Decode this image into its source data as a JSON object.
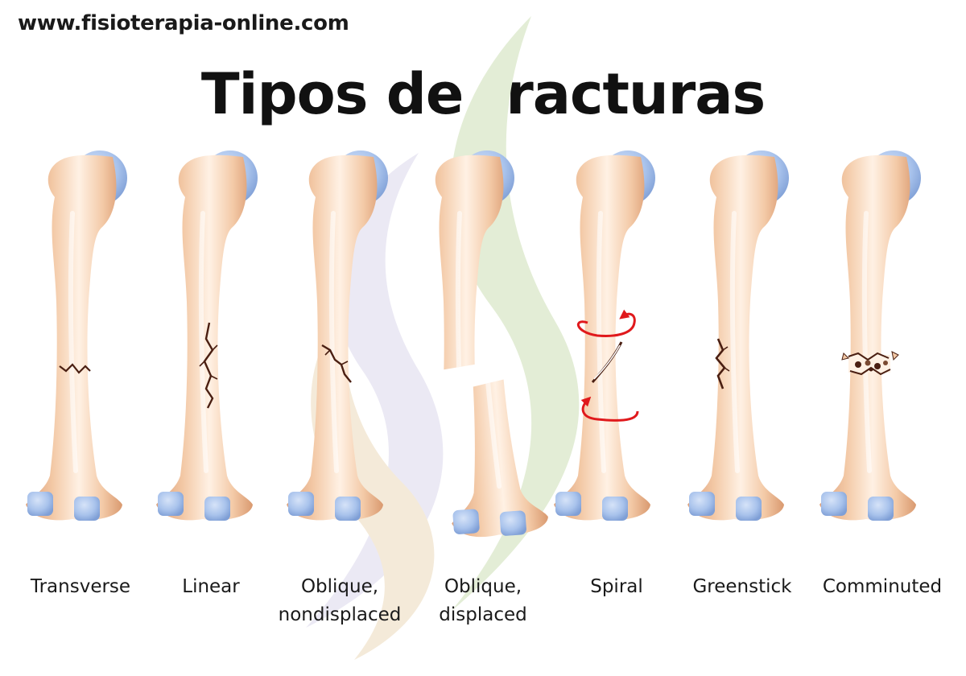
{
  "header": {
    "url": "www.fisioterapia-online.com",
    "title": "Tipos de fracturas"
  },
  "colors": {
    "bone": "#f3c9a6",
    "bone_shadow": "#dda07a",
    "bone_highlight": "#fff1e4",
    "cartilage": "#a9c3ec",
    "fracture_line": "#4a1f12",
    "arrow": "#e0191c",
    "watermark_green": "#e3edd6",
    "watermark_lilac": "#ebe9f4",
    "watermark_tan": "#f4ead9"
  },
  "fractures": [
    {
      "id": "transverse",
      "lines": [
        "Transverse"
      ]
    },
    {
      "id": "linear",
      "lines": [
        "Linear"
      ]
    },
    {
      "id": "oblique-nondisplaced",
      "lines": [
        "Oblique,",
        "nondisplaced"
      ]
    },
    {
      "id": "oblique-displaced",
      "lines": [
        "Oblique,",
        "displaced"
      ]
    },
    {
      "id": "spiral",
      "lines": [
        "Spiral"
      ]
    },
    {
      "id": "greenstick",
      "lines": [
        "Greenstick"
      ]
    },
    {
      "id": "comminuted",
      "lines": [
        "Comminuted"
      ]
    }
  ]
}
